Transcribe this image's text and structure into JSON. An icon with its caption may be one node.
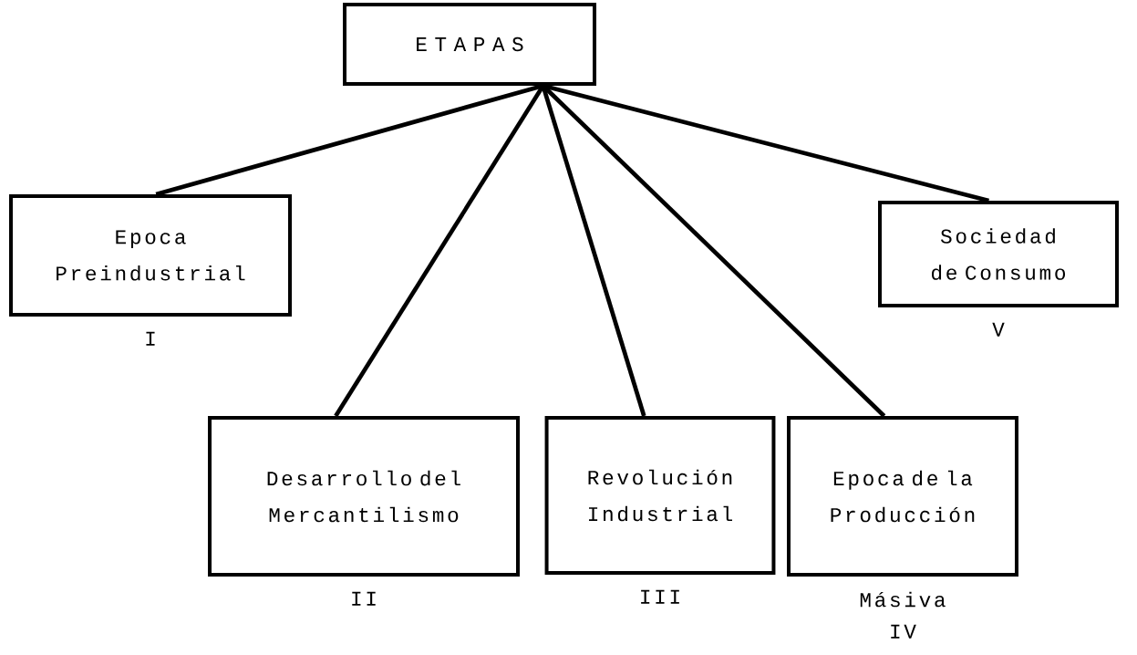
{
  "diagram": {
    "nodes": [
      {
        "text": [
          "E T A P A S"
        ]
      },
      {
        "text": [
          "Epoca Preindustrial"
        ],
        "beside": [
          "I"
        ]
      },
      {
        "text": [
          "Desarrollo del Mercantilismo"
        ],
        "beside": [
          "II"
        ]
      },
      {
        "text": [
          "Revolución Industrial"
        ],
        "beside": [
          "III"
        ]
      },
      {
        "text": [
          "Epoca de la Producción"
        ],
        "beside": [
          "Másiva",
          "IV"
        ]
      },
      {
        "text": [
          "Sociedad de Consumo"
        ],
        "beside": [
          "V"
        ]
      }
    ],
    "edges": [
      {
        "from": 0,
        "to": 1,
        "arrow": "none"
      },
      {
        "from": 0,
        "to": 2,
        "arrow": "none"
      },
      {
        "from": 0,
        "to": 3,
        "arrow": "none"
      },
      {
        "from": 0,
        "to": 4,
        "arrow": "none"
      },
      {
        "from": 0,
        "to": 5,
        "arrow": "none"
      }
    ]
  }
}
